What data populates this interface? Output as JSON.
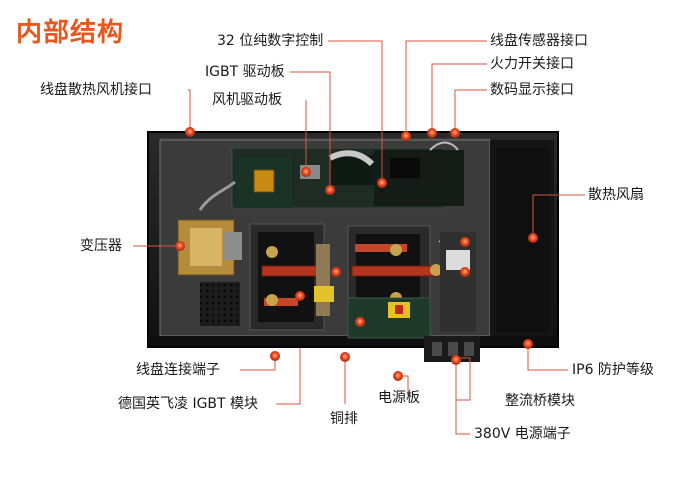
{
  "title": "内部结构",
  "labels": {
    "cpu_32bit": "32 位纯数字控制",
    "igbt_driver": "IGBT 驱动板",
    "fan_driver": "风机驱动板",
    "coil_fan_port": "线盘散热风机接口",
    "coil_sensor_port": "线盘传感器接口",
    "fire_switch_port": "火力开关接口",
    "digital_display_port": "数码显示接口",
    "cooling_fan": "散热风扇",
    "transformer": "变压器",
    "coil_terminal": "线盘连接端子",
    "igbt_module": "德国英飞凌 IGBT 模块",
    "copper_bar": "铜排",
    "power_board": "电源板",
    "rectifier_module": "整流桥模块",
    "ip6_rating": "IP6 防护等级",
    "power_terminal_380v": "380V 电源端子"
  },
  "colors": {
    "title": "#e8571e",
    "leader": "#d9543c",
    "marker": "#e8441a"
  }
}
